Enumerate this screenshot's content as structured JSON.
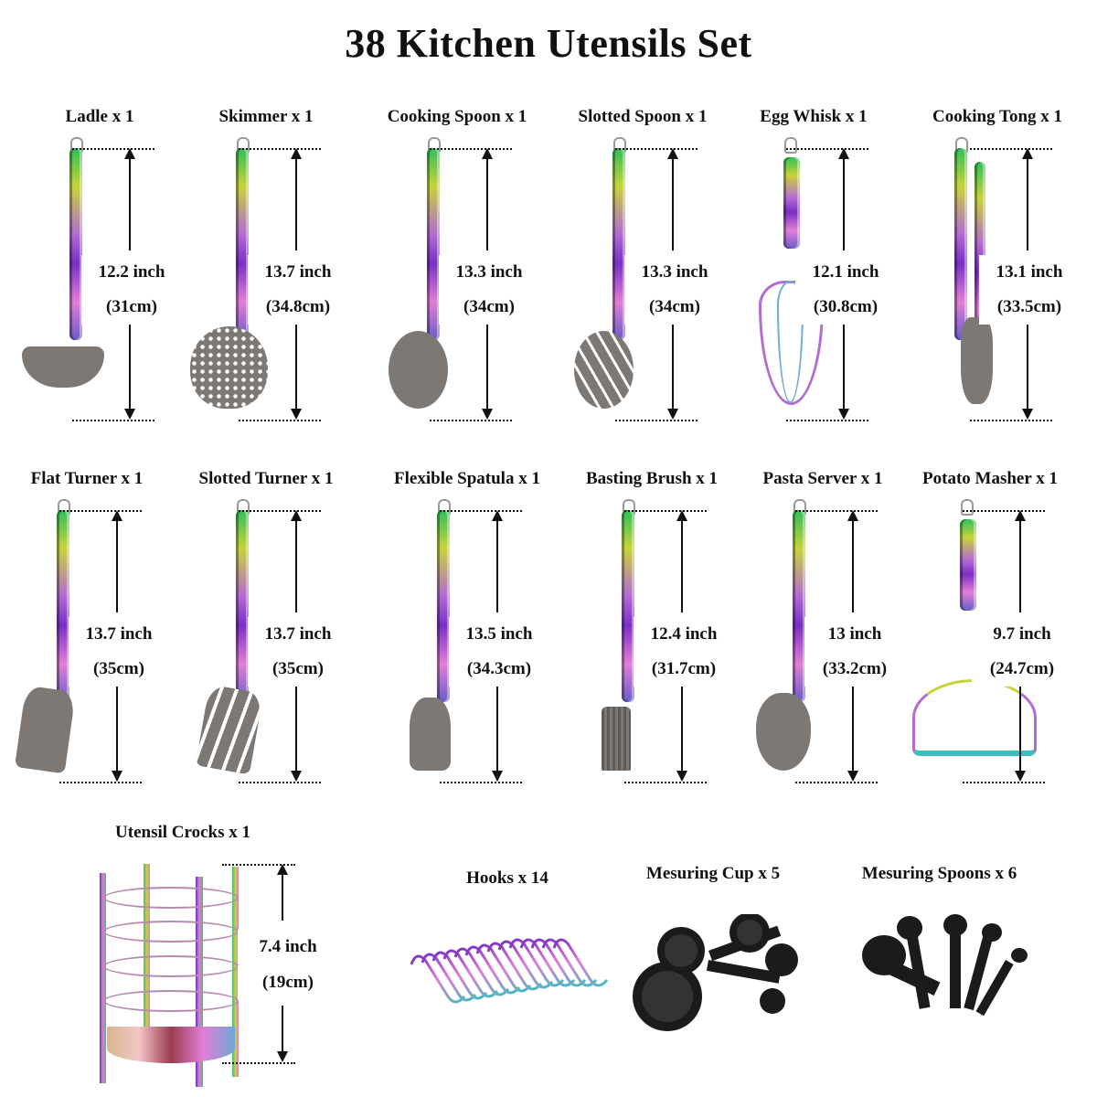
{
  "title": "38 Kitchen Utensils Set",
  "colors": {
    "silicone_gray": "#7d7873",
    "accessory_black": "#1b1b1b",
    "text": "#111111"
  },
  "row1": [
    {
      "label": "Ladle x 1",
      "inch": "12.2 inch",
      "cm": "(31cm)",
      "shape": "ladle"
    },
    {
      "label": "Skimmer x 1",
      "inch": "13.7 inch",
      "cm": "(34.8cm)",
      "shape": "skimmer"
    },
    {
      "label": "Cooking Spoon x 1",
      "inch": "13.3 inch",
      "cm": "(34cm)",
      "shape": "spoon"
    },
    {
      "label": "Slotted Spoon x 1",
      "inch": "13.3 inch",
      "cm": "(34cm)",
      "shape": "slotted-spoon"
    },
    {
      "label": "Egg Whisk x 1",
      "inch": "12.1 inch",
      "cm": "(30.8cm)",
      "shape": "whisk"
    },
    {
      "label": "Cooking Tong x 1",
      "inch": "13.1 inch",
      "cm": "(33.5cm)",
      "shape": "tong"
    }
  ],
  "row2": [
    {
      "label": "Flat Turner x 1",
      "inch": "13.7 inch",
      "cm": "(35cm)",
      "shape": "turner"
    },
    {
      "label": "Slotted Turner x 1",
      "inch": "13.7 inch",
      "cm": "(35cm)",
      "shape": "slotted-turner"
    },
    {
      "label": "Flexible Spatula x 1",
      "inch": "13.5 inch",
      "cm": "(34.3cm)",
      "shape": "spatula"
    },
    {
      "label": "Basting Brush x 1",
      "inch": "12.4 inch",
      "cm": "(31.7cm)",
      "shape": "brush"
    },
    {
      "label": "Pasta Server x 1",
      "inch": "13 inch",
      "cm": "(33.2cm)",
      "shape": "pasta-server"
    },
    {
      "label": "Potato Masher x 1",
      "inch": "9.7 inch",
      "cm": "(24.7cm)",
      "shape": "masher"
    }
  ],
  "row3": {
    "crock": {
      "label": "Utensil Crocks x 1",
      "inch": "7.4 inch",
      "cm": "(19cm)"
    },
    "hooks": {
      "label": "Hooks x 14",
      "count": 14
    },
    "cups": {
      "label": "Mesuring Cup x 5",
      "count": 5
    },
    "spoons": {
      "label": "Mesuring Spoons x 6",
      "count": 6
    }
  }
}
